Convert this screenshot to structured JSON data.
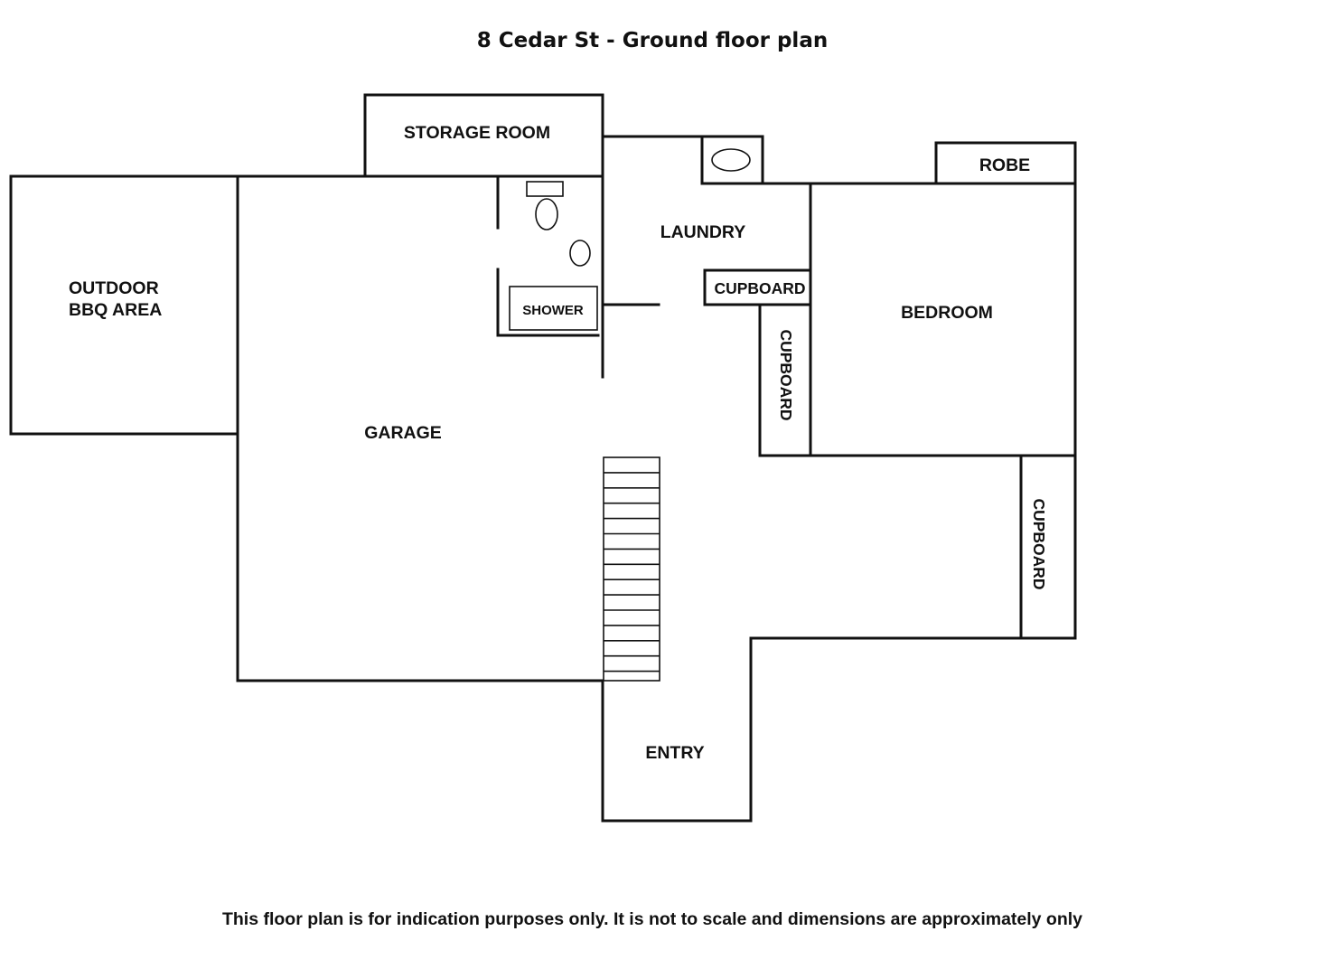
{
  "title": "8 Cedar St - Ground floor plan",
  "rooms": {
    "storage_room": "STORAGE ROOM",
    "outdoor_line1": "OUTDOOR",
    "outdoor_line2": "BBQ AREA",
    "laundry": "LAUNDRY",
    "robe": "ROBE",
    "cupboard_laundry": "CUPBOARD",
    "shower": "SHOWER",
    "bedroom": "BEDROOM",
    "cupboard_bedroom_side": "CUPBOARD",
    "garage": "GARAGE",
    "cupboard_hall": "CUPBOARD",
    "entry": "ENTRY"
  },
  "footer": "This floor plan is for indication purposes only. It is not to scale and dimensions are approximately only"
}
